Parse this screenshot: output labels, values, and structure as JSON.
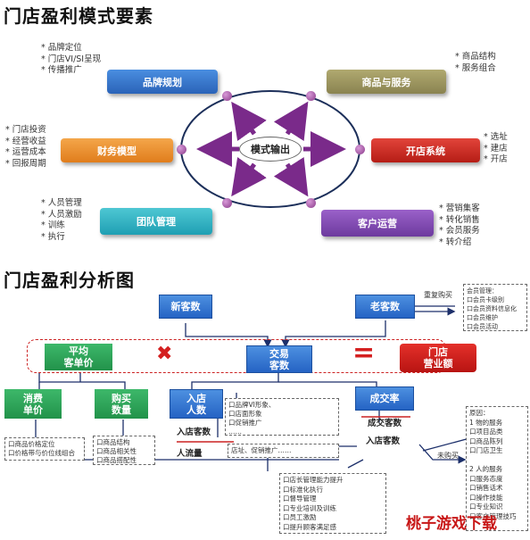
{
  "section1": {
    "title": "门店盈利模式要素",
    "center": "模式输出",
    "nodes": {
      "brand": {
        "label": "品牌规划",
        "bullets": "* 品牌定位\n* 门店VI/SI呈现\n* 传播推广"
      },
      "product": {
        "label": "商品与服务",
        "bullets": "* 商品结构\n* 服务组合"
      },
      "finance": {
        "label": "财务模型",
        "bullets": "* 门店投资\n* 经营收益\n* 运营成本\n* 回报周期"
      },
      "opening": {
        "label": "开店系统",
        "bullets": "* 选址\n* 建店\n* 开店"
      },
      "team": {
        "label": "团队管理",
        "bullets": "* 人员管理\n* 人员激励\n* 训练\n* 执行"
      },
      "customer": {
        "label": "客户运营",
        "bullets": "* 营销集客\n* 转化销售\n* 会员服务\n* 转介绍"
      }
    }
  },
  "section2": {
    "title": "门店盈利分析图",
    "new_customers": "新客数",
    "old_customers": "老客数",
    "repeat_label": "重复购买",
    "member_note": "会员管理：\n口会员卡级别\n口会员资料信息化\n口会员维护\n口会员活动",
    "avg_price": "平均\n客单价",
    "transactions": "交易\n客数",
    "store_revenue": "门店\n营业额",
    "multiply": "✖",
    "equals": "=",
    "consume_price": "消费\n单价",
    "buy_qty": "购买\n数量",
    "entering": "入店\n人数",
    "conversion": "成交率",
    "price_note": "口商品价格定位\n口价格带与价位线组合",
    "qty_note": "口商品结构\n口商品相关性\n口商品搭配性",
    "brand_note": "口品牌VI形象、\n口店面形象\n口促销推广\n……",
    "traffic_note": "店址、促销推广……",
    "enter_count_label": "入店客数",
    "traffic_label": "人流量",
    "deal_count_label": "成交客数",
    "enter_count_label2": "入店客数",
    "no_buy_label": "未购买",
    "reason_note": "原因：\n1 物的服务\n口项目品类\n口商品陈列\n口门店卫生\n\n2 人的服务\n口服务态度\n口销售话术\n口操作技能\n口专业知识\n口客户管理技巧",
    "mgmt_note": "口店长管理能力提升\n口标准化执行\n口督导管理\n口专业培训及训练\n口员工激励\n口提升顾客满足感",
    "watermark": "桃子游戏下载"
  }
}
